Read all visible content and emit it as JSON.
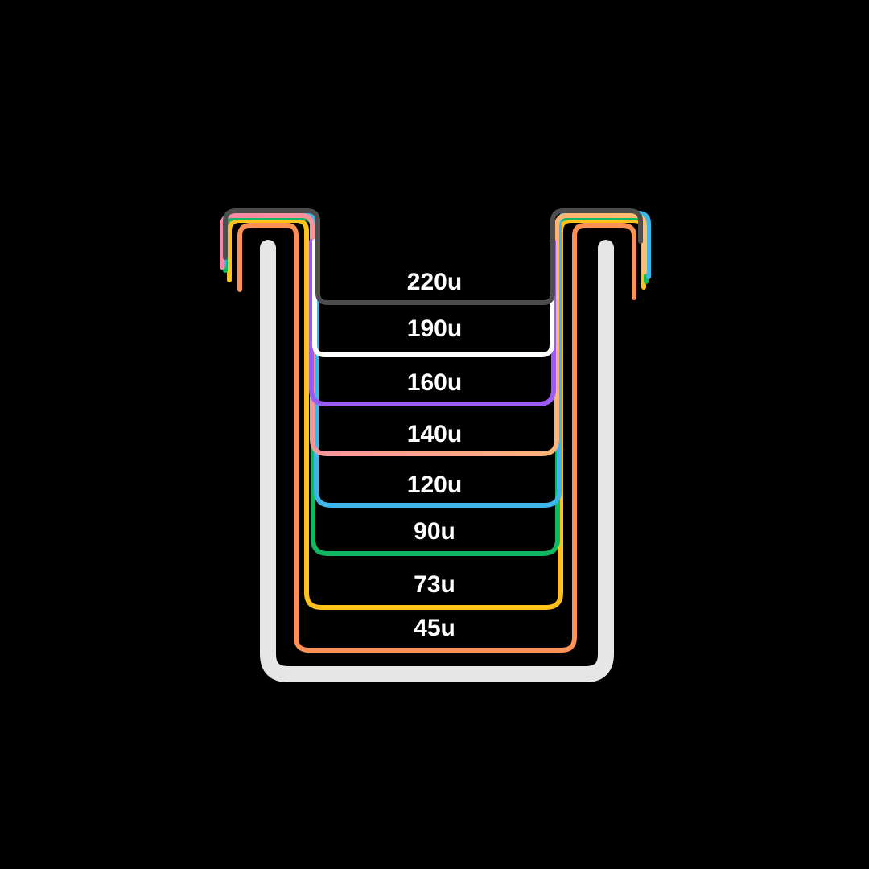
{
  "container": {
    "color": "#e6e6e6"
  },
  "levels": [
    {
      "id": "220",
      "label": "220u",
      "color": "#4d4d4d"
    },
    {
      "id": "190",
      "label": "190u",
      "color": "#ffffff"
    },
    {
      "id": "160",
      "label": "160u",
      "color": "#9b5cf6"
    },
    {
      "id": "140",
      "label": "140u",
      "color": "#f58aa8",
      "color_end": "#ffc06a"
    },
    {
      "id": "120",
      "label": "120u",
      "color": "#3fb6e8"
    },
    {
      "id": "90",
      "label": "90u",
      "color": "#10b860"
    },
    {
      "id": "73",
      "label": "73u",
      "color": "#ffc21a"
    },
    {
      "id": "45",
      "label": "45u",
      "color": "#ff9155"
    }
  ]
}
